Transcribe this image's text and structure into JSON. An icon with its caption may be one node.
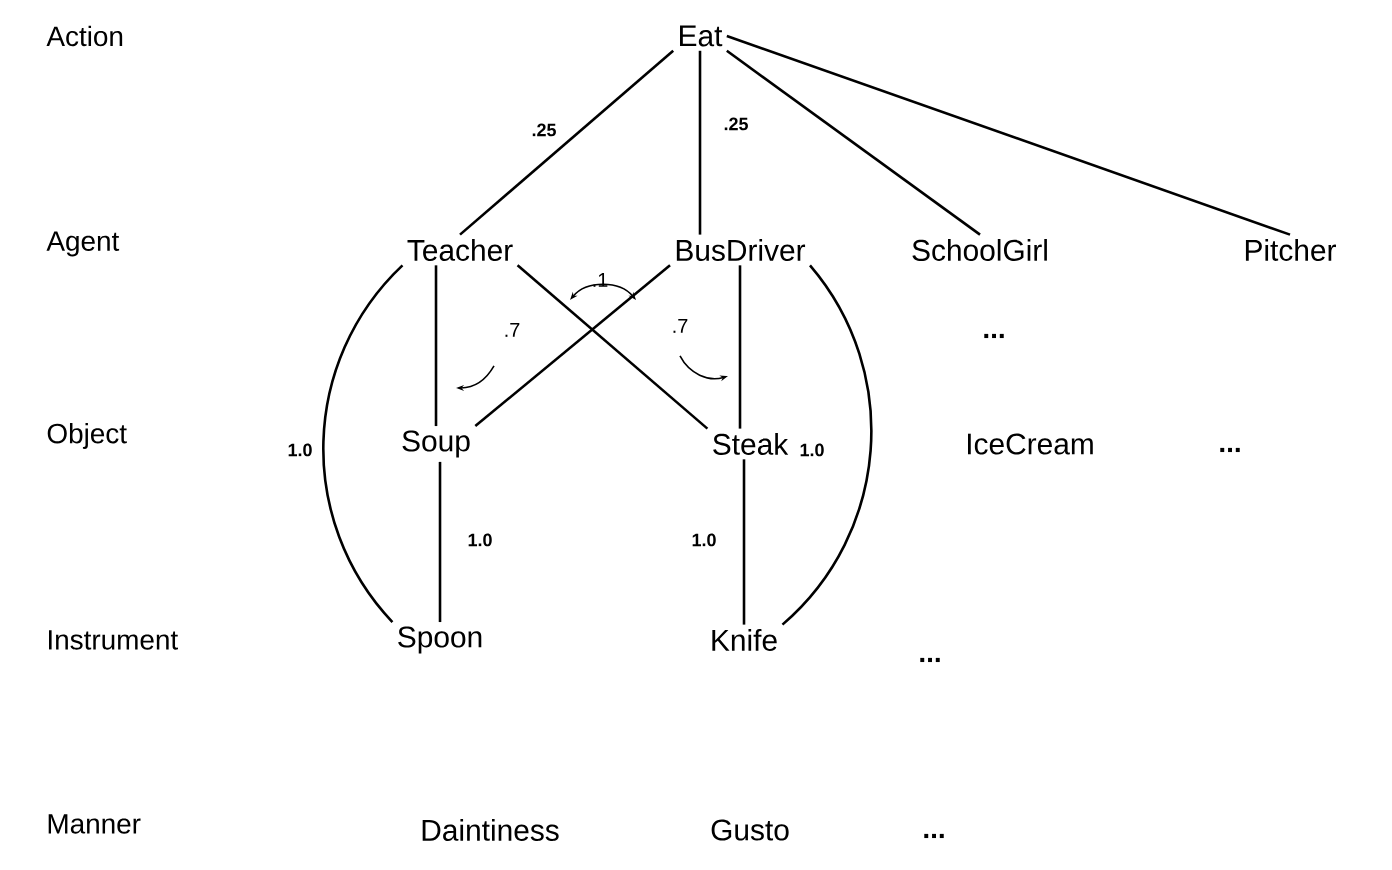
{
  "diagram": {
    "nodes": [
      {
        "text": [
          "Eat"
        ]
      },
      {
        "text": [
          "Teacher"
        ]
      },
      {
        "text": [
          "BusDriver"
        ]
      },
      {
        "text": [
          "SchoolGirl"
        ]
      },
      {
        "text": [
          "Pitcher"
        ]
      },
      {
        "text": [
          "Soup"
        ]
      },
      {
        "text": [
          "Steak"
        ]
      },
      {
        "text": [
          "IceCream"
        ]
      },
      {
        "text": [
          "Spoon"
        ]
      },
      {
        "text": [
          "Knife"
        ]
      },
      {
        "text": [
          "Daintiness"
        ]
      },
      {
        "text": [
          "Gusto"
        ]
      }
    ],
    "edges": [
      {
        "from": 0,
        "to": 1,
        "arrow": "none",
        "label": ".25"
      },
      {
        "from": 0,
        "to": 2,
        "arrow": "none",
        "label": ".25"
      },
      {
        "from": 0,
        "to": 3,
        "arrow": "none"
      },
      {
        "from": 0,
        "to": 4,
        "arrow": "none"
      },
      {
        "from": 1,
        "to": 5,
        "arrow": "none"
      },
      {
        "from": 1,
        "to": 6,
        "arrow": "none"
      },
      {
        "from": 2,
        "to": 5,
        "arrow": "none"
      },
      {
        "from": 2,
        "to": 6,
        "arrow": "none"
      },
      {
        "from": 1,
        "to": 8,
        "arrow": "none",
        "label": "1.0"
      },
      {
        "from": 2,
        "to": 9,
        "arrow": "none",
        "label": "1.0"
      },
      {
        "from": 5,
        "to": 8,
        "arrow": "none",
        "label": "1.0"
      },
      {
        "from": 6,
        "to": 9,
        "arrow": "none",
        "label": "1.0"
      }
    ],
    "labels": [
      "Action",
      "Agent",
      ".1",
      ".7",
      ".7",
      "...",
      "Object",
      "...",
      "Instrument",
      "...",
      "Manner",
      "..."
    ]
  }
}
